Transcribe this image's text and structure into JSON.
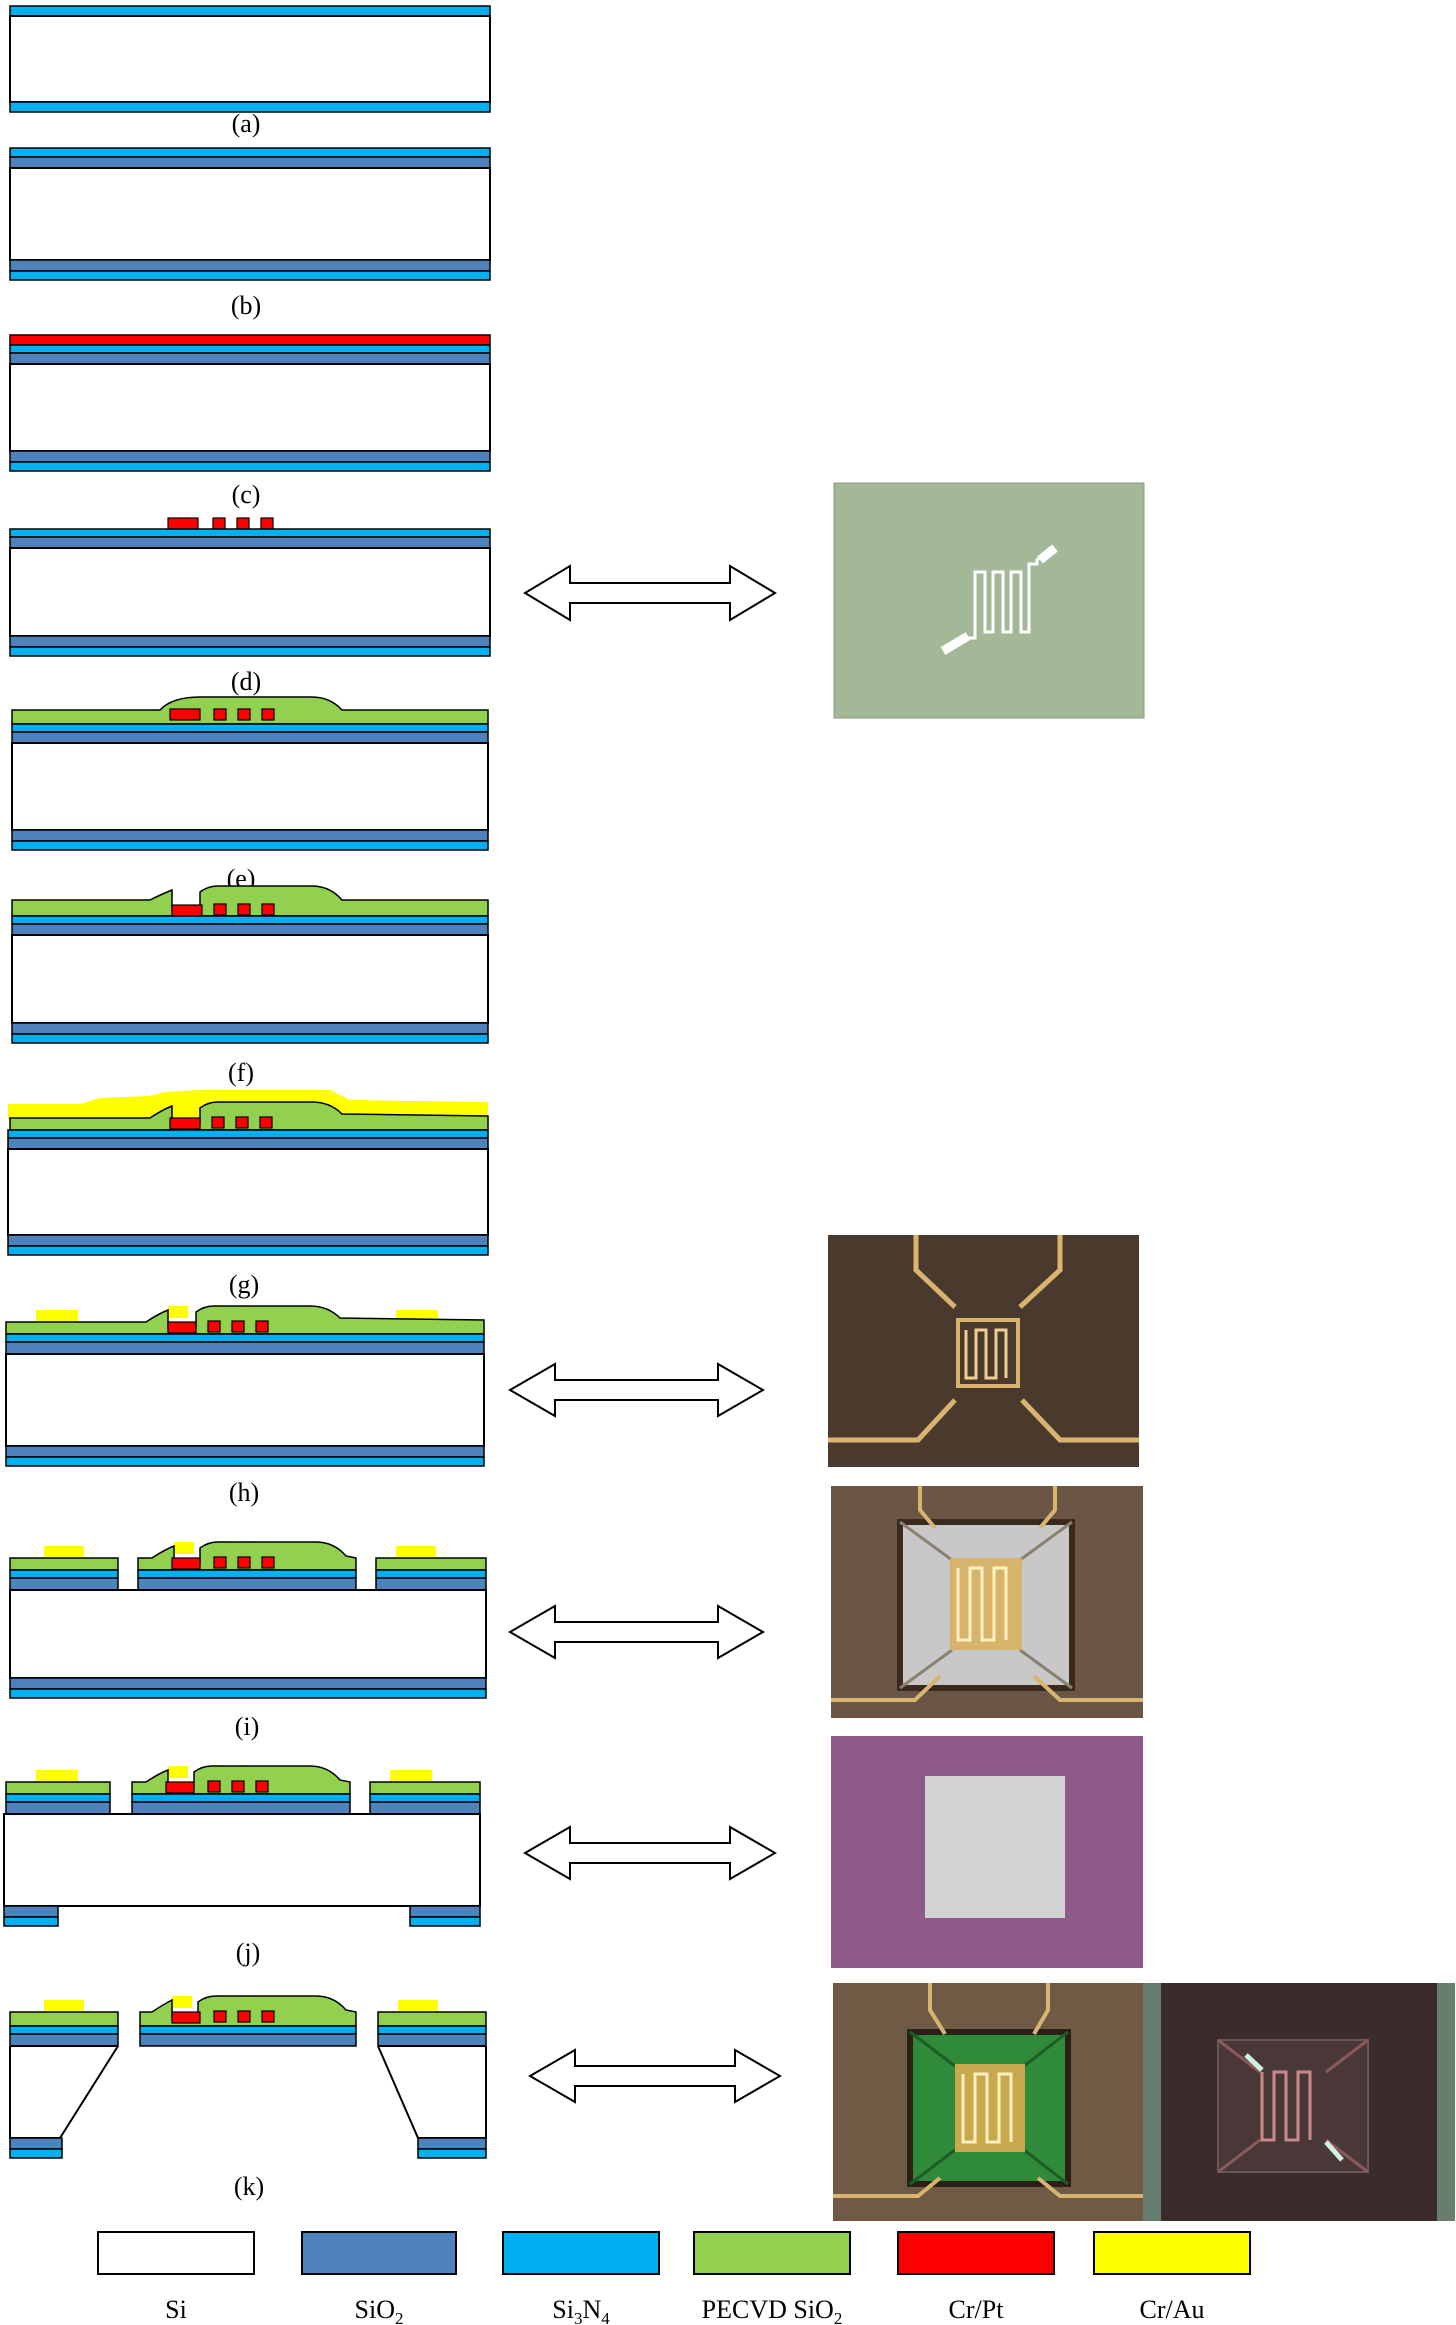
{
  "steps": [
    {
      "id": "a",
      "label": "(a)"
    },
    {
      "id": "b",
      "label": "(b)"
    },
    {
      "id": "c",
      "label": "(c)"
    },
    {
      "id": "d",
      "label": "(d)"
    },
    {
      "id": "e",
      "label": "(e)"
    },
    {
      "id": "f",
      "label": "(f)"
    },
    {
      "id": "g",
      "label": "(g)"
    },
    {
      "id": "h",
      "label": "(h)"
    },
    {
      "id": "i",
      "label": "(i)"
    },
    {
      "id": "j",
      "label": "(j)"
    },
    {
      "id": "k",
      "label": "(k)"
    }
  ],
  "legend": {
    "si": "Si",
    "sio2_base": "SiO",
    "sio2_sub": "2",
    "si3n4_a": "Si",
    "si3n4_sub1": "3",
    "si3n4_b": "N",
    "si3n4_sub2": "4",
    "pecvd_base": "PECVD SiO",
    "pecvd_sub": "2",
    "crpt": "Cr/Pt",
    "crau": "Cr/Au"
  },
  "colors": {
    "si": "#ffffff",
    "sio2": "#4f81bd",
    "si3n4": "#00b0f0",
    "pecvd_sio2": "#92d050",
    "cr_pt": "#ff0000",
    "cr_au": "#ffff00"
  }
}
